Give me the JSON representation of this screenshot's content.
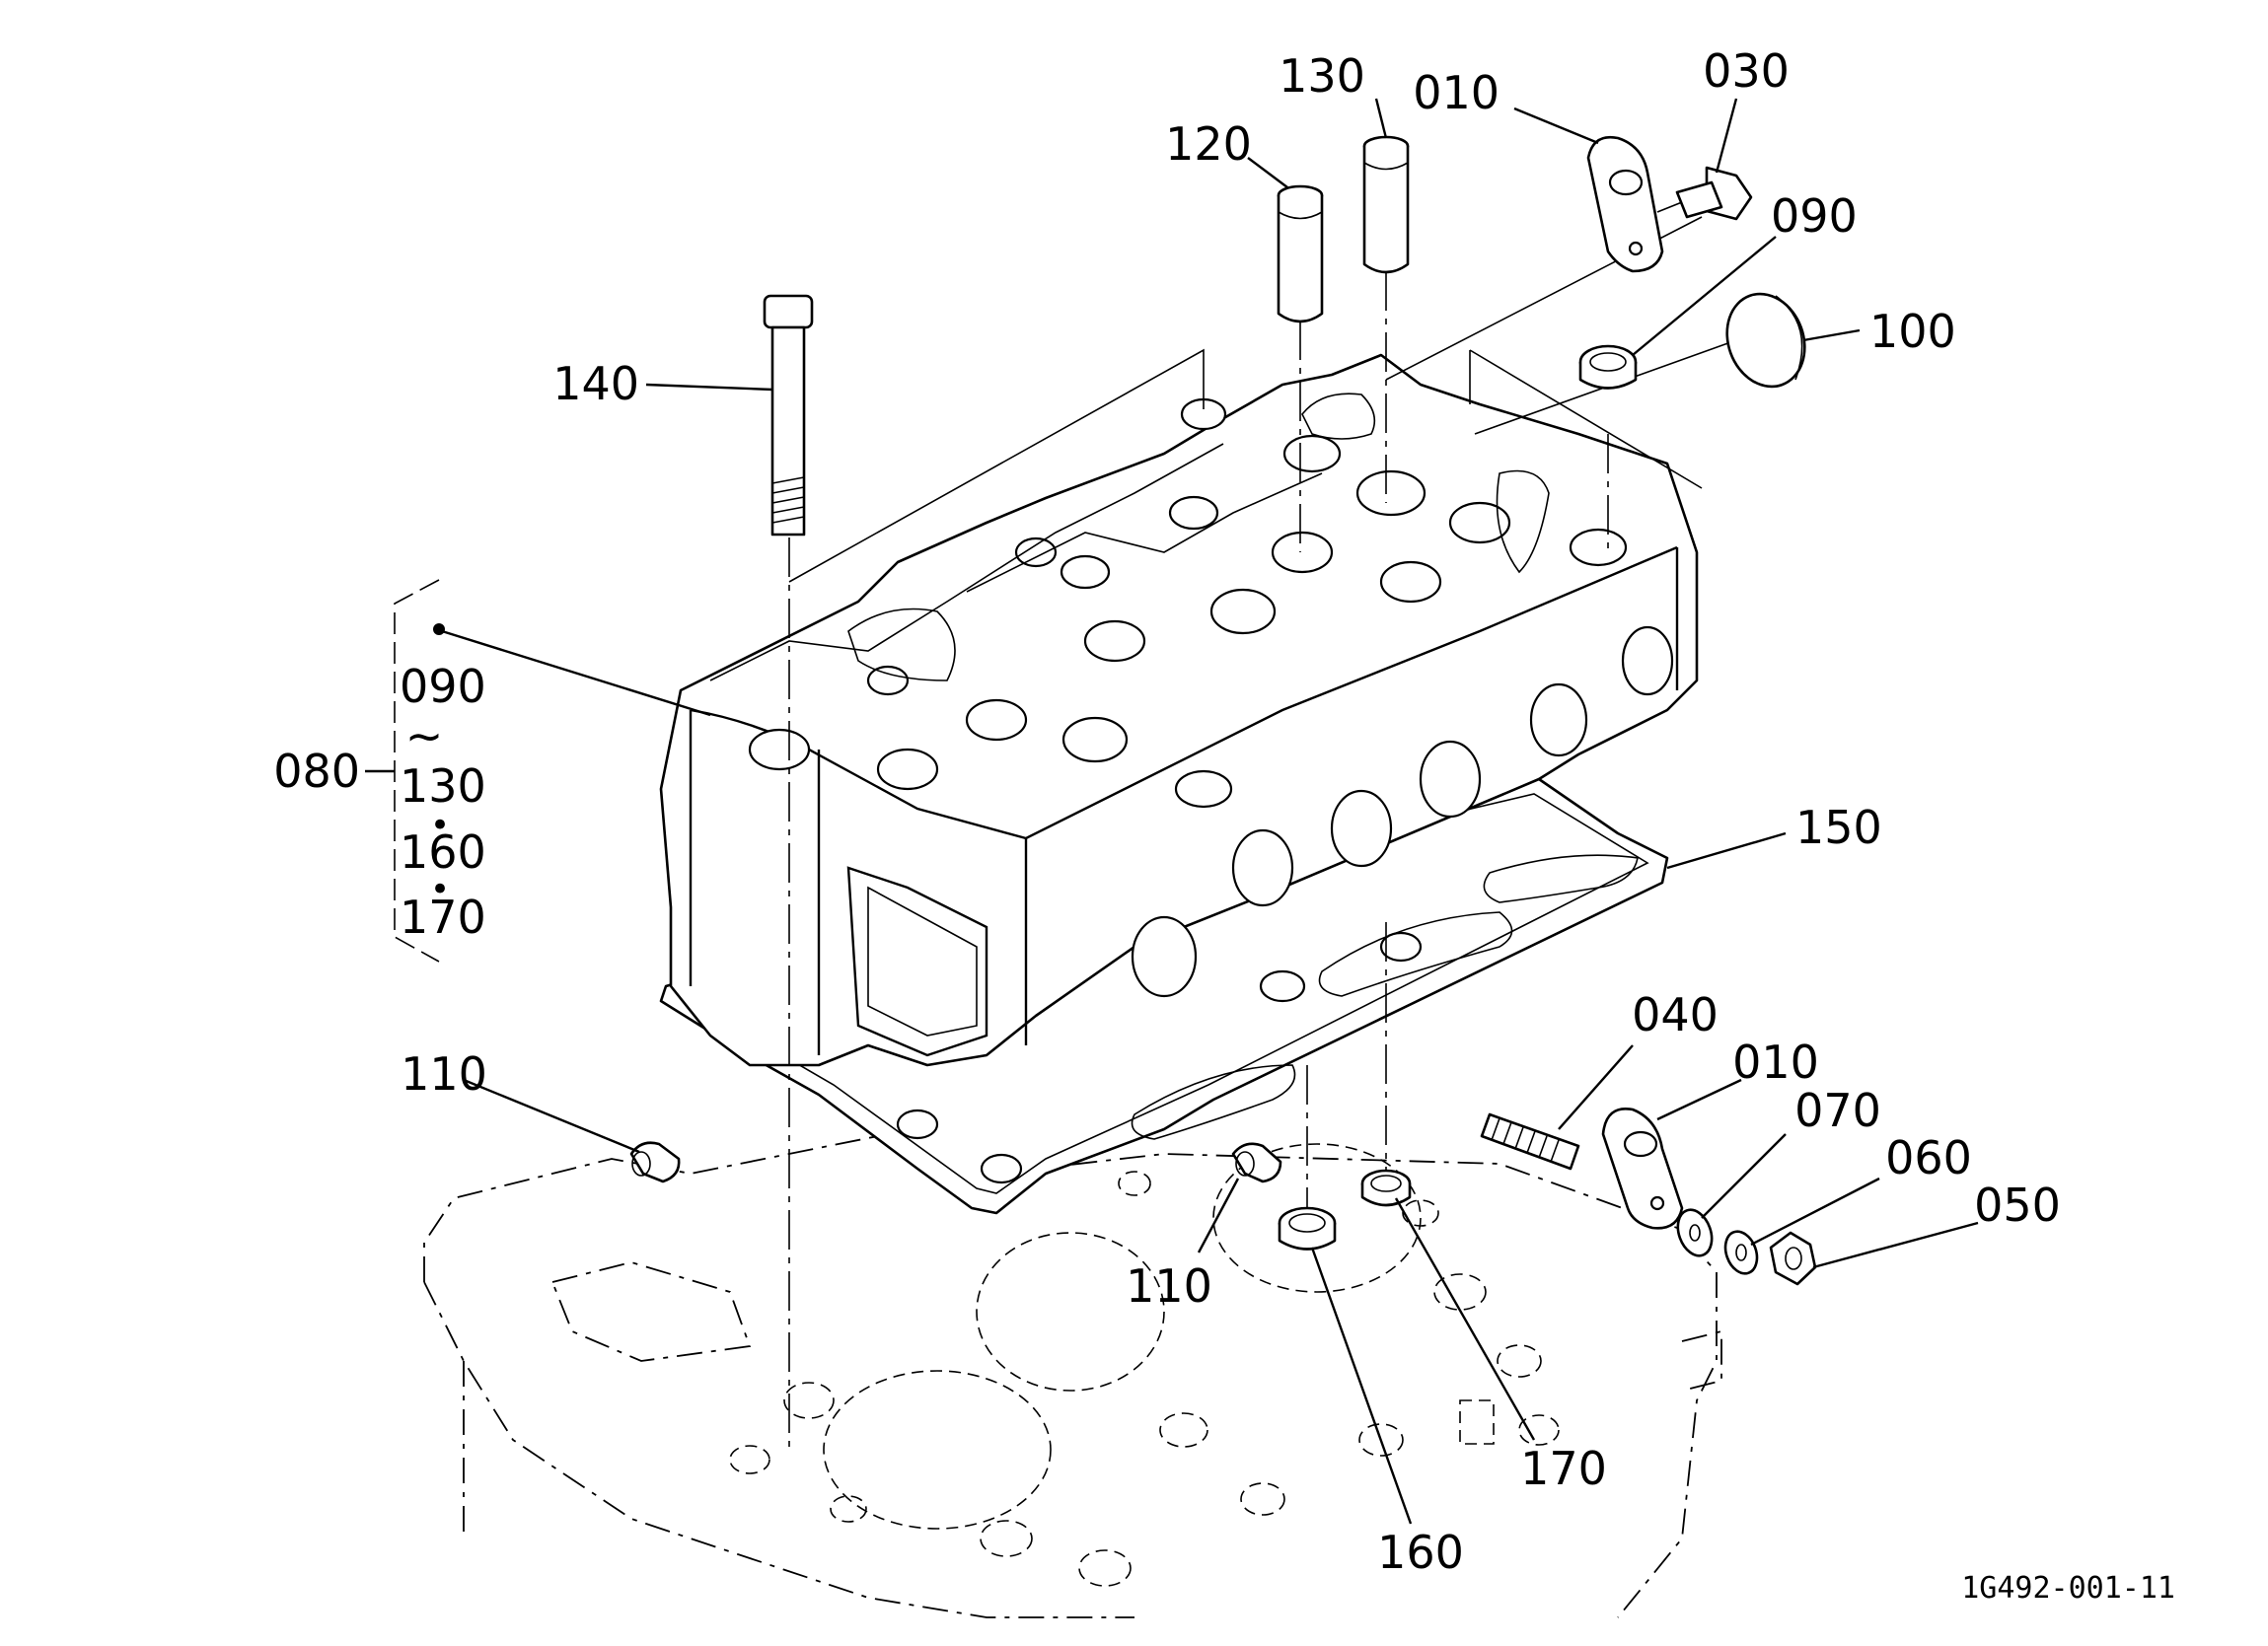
{
  "figure_code": "1G492-001-11",
  "callouts": [
    {
      "id": "c010a",
      "text": "010"
    },
    {
      "id": "c030",
      "text": "030"
    },
    {
      "id": "c130a",
      "text": "130"
    },
    {
      "id": "c120",
      "text": "120"
    },
    {
      "id": "c090a",
      "text": "090"
    },
    {
      "id": "c100",
      "text": "100"
    },
    {
      "id": "c140",
      "text": "140"
    },
    {
      "id": "c150",
      "text": "150"
    },
    {
      "id": "c110a",
      "text": "110"
    },
    {
      "id": "c110b",
      "text": "110"
    },
    {
      "id": "c040",
      "text": "040"
    },
    {
      "id": "c010b",
      "text": "010"
    },
    {
      "id": "c070",
      "text": "070"
    },
    {
      "id": "c060",
      "text": "060"
    },
    {
      "id": "c050",
      "text": "050"
    },
    {
      "id": "c160",
      "text": "160"
    },
    {
      "id": "c170",
      "text": "170"
    }
  ],
  "assembly": {
    "label": "080",
    "contents": [
      {
        "text": "090"
      },
      {
        "text": "~"
      },
      {
        "text": "130"
      },
      {
        "text": "•"
      },
      {
        "text": "160"
      },
      {
        "text": "•"
      },
      {
        "text": "170"
      }
    ]
  }
}
